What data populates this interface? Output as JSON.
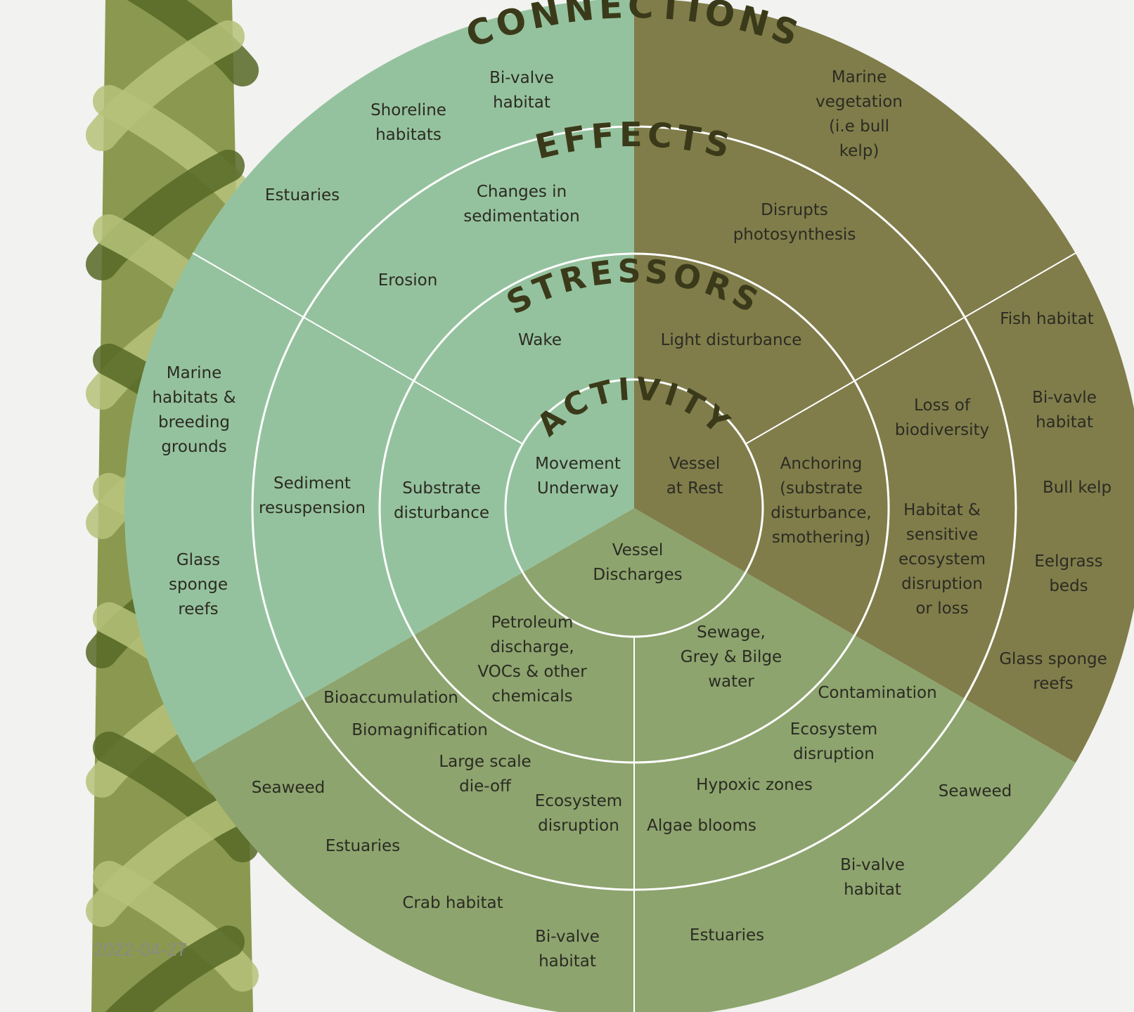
{
  "colors": {
    "mint": "#95c29e",
    "olive": "#807d4b",
    "sage": "#8da46e",
    "braid_light": "#b6c27a",
    "braid_dark": "#566826",
    "title_text": "#3a3a1a",
    "label_text": "#2b2b22",
    "divider": "#ffffff"
  },
  "ring_titles": {
    "connections": "CONNECTIONS",
    "effects": "EFFECTS",
    "stressors": "STRESSORS",
    "activity": "ACTIVITY"
  },
  "activity": {
    "movement_underway": [
      "Movement",
      "Underway"
    ],
    "vessel_at_rest": [
      "Vessel",
      "at Rest"
    ],
    "vessel_discharges": [
      "Vessel",
      "Discharges"
    ]
  },
  "stressors": {
    "wake": [
      "Wake"
    ],
    "light_disturbance": [
      "Light disturbance"
    ],
    "substrate_disturbance": [
      "Substrate",
      "disturbance"
    ],
    "anchoring": [
      "Anchoring",
      "(substrate",
      "disturbance,",
      "smothering)"
    ],
    "petroleum": [
      "Petroleum",
      "discharge,",
      "VOCs & other",
      "chemicals"
    ],
    "sewage": [
      "Sewage,",
      "Grey & Bilge",
      "water"
    ]
  },
  "effects": {
    "changes_sedimentation": [
      "Changes in",
      "sedimentation"
    ],
    "erosion": [
      "Erosion"
    ],
    "sediment_resuspension": [
      "Sediment",
      "resuspension"
    ],
    "disrupts_photosynthesis": [
      "Disrupts",
      "photosynthesis"
    ],
    "loss_biodiversity": [
      "Loss of",
      "biodiversity"
    ],
    "habitat_disruption": [
      "Habitat &",
      "sensitive",
      "ecosystem",
      "disruption",
      "or loss"
    ],
    "bioaccumulation": [
      "Bioaccumulation"
    ],
    "biomagnification": [
      "Biomagnification"
    ],
    "large_scale_die_off": [
      "Large scale",
      "die-off"
    ],
    "ecosystem_disruption_left": [
      "Ecosystem",
      "disruption"
    ],
    "contamination": [
      "Contamination"
    ],
    "ecosystem_disruption_right": [
      "Ecosystem",
      "disruption"
    ],
    "hypoxic_zones": [
      "Hypoxic zones"
    ],
    "algae_blooms": [
      "Algae blooms"
    ]
  },
  "connections": {
    "bivalve_habitat_top": [
      "Bi-valve",
      "habitat"
    ],
    "shoreline_habitats": [
      "Shoreline",
      "habitats"
    ],
    "estuaries_top": [
      "Estuaries"
    ],
    "marine_habitats": [
      "Marine",
      "habitats &",
      "breeding",
      "grounds"
    ],
    "glass_sponge_left": [
      "Glass",
      "sponge",
      "reefs"
    ],
    "marine_vegetation": [
      "Marine",
      "vegetation",
      "(i.e bull",
      "kelp)"
    ],
    "fish_habitat": [
      "Fish habitat"
    ],
    "bivavle_habitat_right": [
      "Bi-vavle",
      "habitat"
    ],
    "bull_kelp": [
      "Bull kelp"
    ],
    "eelgrass_beds": [
      "Eelgrass",
      "beds"
    ],
    "glass_sponge_right": [
      "Glass sponge",
      "reefs"
    ],
    "seaweed_left": [
      "Seaweed"
    ],
    "estuaries_bottom_left": [
      "Estuaries"
    ],
    "crab_habitat": [
      "Crab habitat"
    ],
    "bivalve_habitat_bottom": [
      "Bi-valve",
      "habitat"
    ],
    "seaweed_right": [
      "Seaweed"
    ],
    "bivalve_habitat_bottom_right": [
      "Bi-valve",
      "habitat"
    ],
    "estuaries_bottom_right": [
      "Estuaries"
    ]
  },
  "date_stamp": "2022-04-27"
}
